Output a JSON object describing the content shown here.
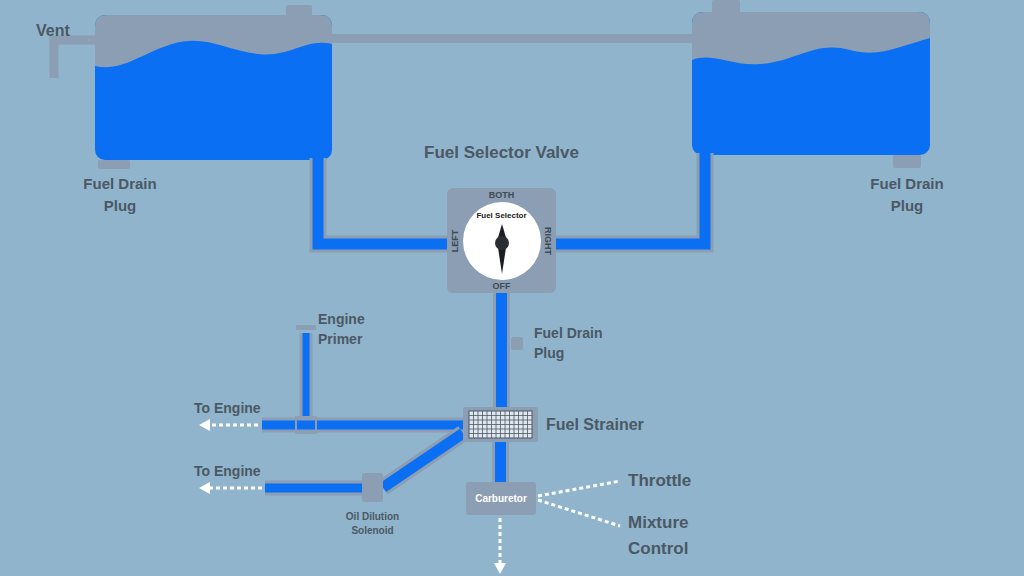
{
  "diagram": {
    "nodes": [
      {
        "text": [
          "Fuel Selector Valve",
          "BOTH",
          "LEFT",
          "RIGHT",
          "OFF"
        ]
      },
      {
        "text": [
          "Fuel Selector"
        ],
        "in": 0
      },
      {
        "text": [
          "Fuel Strainer"
        ]
      },
      {
        "text": [
          "Carburetor"
        ]
      },
      {
        "text": [
          "Oil Dilution Solenoid"
        ]
      }
    ],
    "edges": [
      {
        "from": 0,
        "to": 2,
        "arrow": "none"
      },
      {
        "from": 2,
        "to": 3,
        "arrow": "none"
      },
      {
        "from": 2,
        "to": 4,
        "arrow": "none"
      }
    ],
    "labels": [
      "Vent",
      "Fuel Drain Plug",
      "Engine Primer",
      "Fuel Drain Plug",
      "Fuel Drain Plug",
      "To Engine",
      "To Engine",
      "Throttle",
      "Mixture Control"
    ]
  }
}
